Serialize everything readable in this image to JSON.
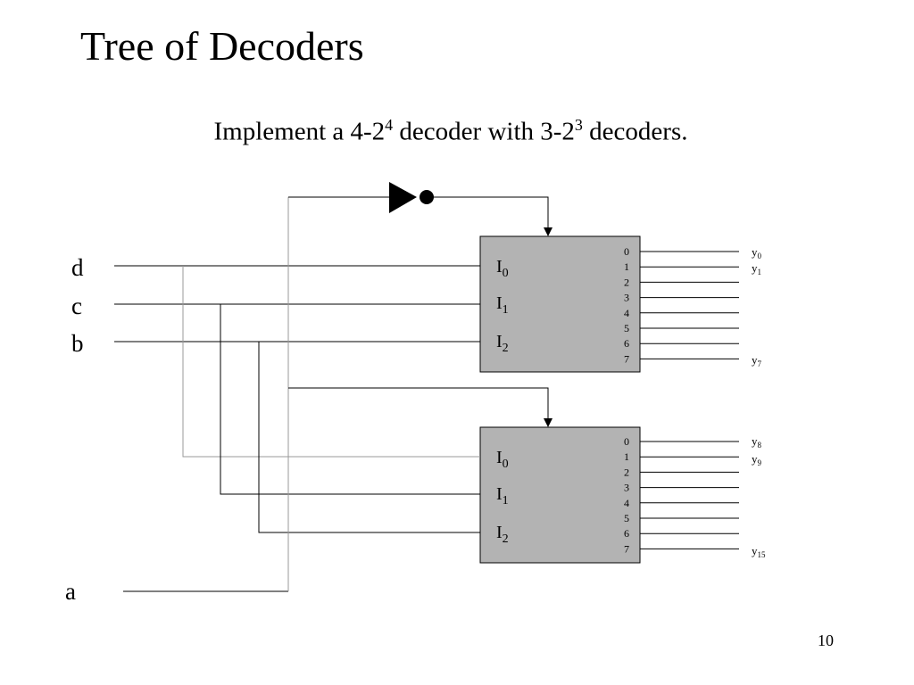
{
  "title": "Tree of Decoders",
  "subtitle": {
    "part1": "Implement a 4-2",
    "sup1": "4",
    "part2": " decoder with 3-2",
    "sup2": "3",
    "part3": " decoders."
  },
  "inputs": {
    "d": "d",
    "c": "c",
    "b": "b",
    "a": "a"
  },
  "decoder_pins": [
    {
      "letter": "I",
      "sub": "0"
    },
    {
      "letter": "I",
      "sub": "1"
    },
    {
      "letter": "I",
      "sub": "2"
    }
  ],
  "output_numbers": [
    "0",
    "1",
    "2",
    "3",
    "4",
    "5",
    "6",
    "7"
  ],
  "top_outputs": [
    {
      "letter": "y",
      "sub": "0"
    },
    {
      "letter": "y",
      "sub": "1"
    },
    {
      "letter": "y",
      "sub": "7"
    }
  ],
  "bottom_outputs": [
    {
      "letter": "y",
      "sub": "8"
    },
    {
      "letter": "y",
      "sub": "9"
    },
    {
      "letter": "y",
      "sub": "15"
    }
  ],
  "colors": {
    "decoder_fill": "#b3b3b3",
    "wire": "#000000",
    "wire_light": "#999999"
  },
  "page_number": "10"
}
